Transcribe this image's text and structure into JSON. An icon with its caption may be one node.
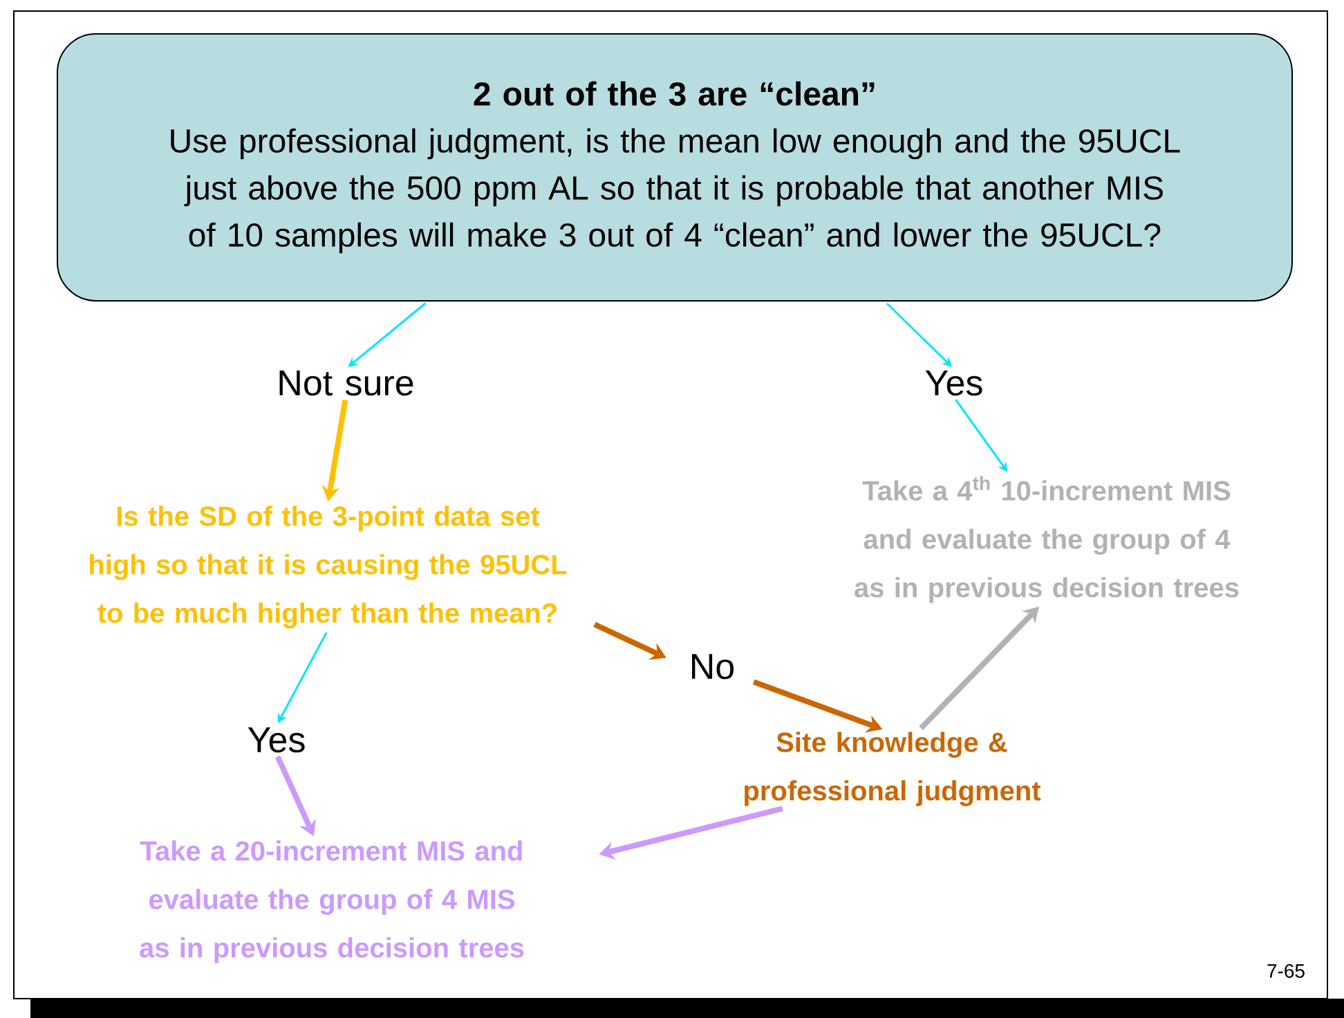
{
  "diagram": {
    "nodes": [
      {
        "text": [
          "2 out of the 3 are “clean”",
          "Use professional  judgment, is the mean low enough and the 95UCL just above the 500 ppm AL so that it is probable that another MIS of 10 samples will make 3 out of 4 “clean” and lower the 95UCL?"
        ]
      },
      {
        "text": [
          "Not sure"
        ]
      },
      {
        "text": [
          "Yes"
        ]
      },
      {
        "text": [
          "Is the SD of the 3-point data set high so that it is causing the 95UCL to be much higher than the mean?"
        ]
      },
      {
        "text": [
          "Take a 4$^{th}$ 10-increment MIS and evaluate the group of 4 as in previous decision trees"
        ]
      },
      {
        "text": [
          "No"
        ]
      },
      {
        "text": [
          "Yes"
        ]
      },
      {
        "text": [
          "Site knowledge & professional judgment"
        ]
      },
      {
        "text": [
          "Take a 20-increment MIS and evaluate the group of 4 MIS as in previous decision trees"
        ]
      }
    ],
    "edges": [
      {
        "from": 0,
        "to": 1,
        "arrow": "to"
      },
      {
        "from": 0,
        "to": 2,
        "arrow": "to"
      },
      {
        "from": 1,
        "to": 3,
        "arrow": "to",
        "color": "#ffc000"
      },
      {
        "from": 2,
        "to": 4,
        "arrow": "to"
      },
      {
        "from": 3,
        "to": 5,
        "arrow": "to",
        "color": "#cc6600"
      },
      {
        "from": 5,
        "to": 7,
        "arrow": "to",
        "color": "#cc6600"
      },
      {
        "from": 3,
        "to": 6,
        "arrow": "to"
      },
      {
        "from": 6,
        "to": 8,
        "arrow": "to",
        "color": "#cc99ff"
      },
      {
        "from": 7,
        "to": 4,
        "arrow": "to",
        "color": "#b2b2b2"
      },
      {
        "from": 7,
        "to": 8,
        "arrow": "to",
        "color": "#cc99ff"
      }
    ],
    "labels": [
      "7-65"
    ]
  }
}
